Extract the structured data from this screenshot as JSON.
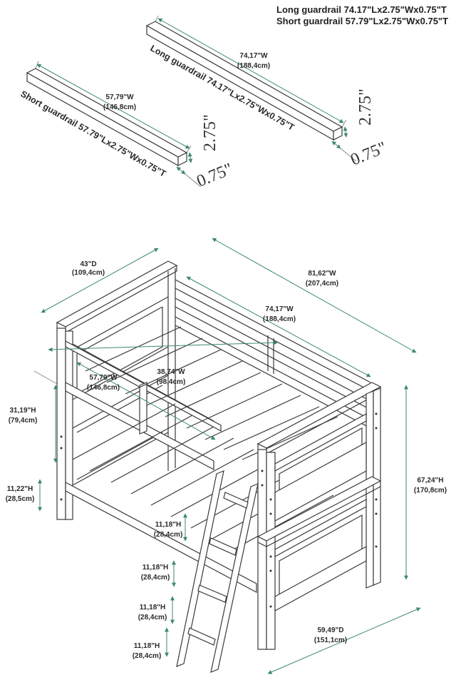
{
  "legend": {
    "long": "Long guardrail 74.17\"Lx2.75\"Wx0.75\"T",
    "short": "Short guardrail 57.79\"Lx2.75\"Wx0.75\"T"
  },
  "long_rail": {
    "label": "Long guardrail 74.17\"Lx2.75\"Wx0.75\"T",
    "width_in": "74,17\"W",
    "width_cm": "(188,4cm)",
    "height": "2.75\"",
    "thickness": "0.75\""
  },
  "short_rail": {
    "label": "Short guardrail 57.79\"Lx2.75\"Wx0.75\"T",
    "width_in": "57,79\"W",
    "width_cm": "(146,8cm)",
    "height": "2.75\"",
    "thickness": "0.75\""
  },
  "bed": {
    "depth_in": "43\"D",
    "depth_cm": "(109,4cm)",
    "overall_w_in": "81,62\"W",
    "overall_w_cm": "(207,4cm)",
    "rail_w_in": "74,17\"W",
    "rail_w_cm": "(188,4cm)",
    "opening_in": "38,74\"W",
    "opening_cm": "(98,4cm)",
    "short_w_in": "57,79\"W",
    "short_w_cm": "(146,8cm)",
    "upper_h_in": "31,19\"H",
    "upper_h_cm": "(79,4cm)",
    "lower_h_in": "11,22\"H",
    "lower_h_cm": "(28,5cm)",
    "total_h_in": "67,24\"H",
    "total_h_cm": "(170,8cm)",
    "base_d_in": "59,49\"D",
    "base_d_cm": "(151,1cm)",
    "ladder": [
      {
        "in": "11,18\"H",
        "cm": "(28,4cm)"
      },
      {
        "in": "11,18\"H",
        "cm": "(28,4cm)"
      },
      {
        "in": "11,18\"H",
        "cm": "(28,4cm)"
      },
      {
        "in": "11,18\"H",
        "cm": "(28,4cm)"
      }
    ]
  }
}
